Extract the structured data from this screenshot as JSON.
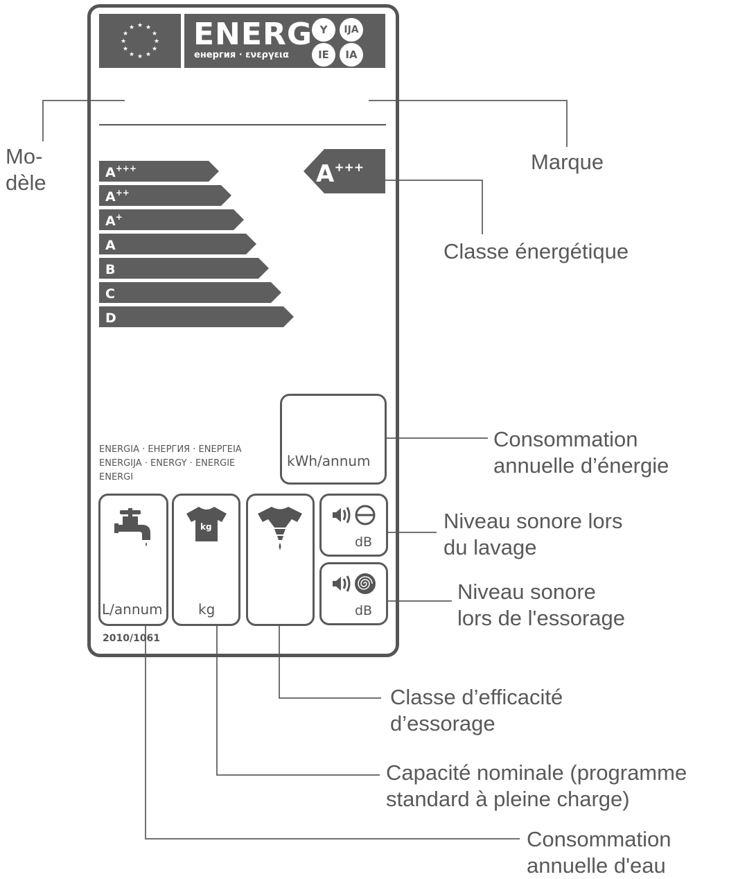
{
  "header": {
    "logo_word": "ENERG",
    "logo_sub": "енергия · ενεργεια",
    "suffixes": [
      "Y",
      "IJA",
      "IE",
      "IA"
    ]
  },
  "scale": {
    "classes": [
      "A",
      "A",
      "A",
      "A",
      "B",
      "C",
      "D"
    ],
    "sups": [
      "+++",
      "++",
      "+",
      "",
      "",
      "",
      ""
    ],
    "current_class": "A",
    "current_sup": "+++"
  },
  "energy_box": {
    "unit": "kWh/annum",
    "word_lines": [
      "ENERGIA · ЕНЕРГИЯ · ΕΝΕΡΓΕΙΑ",
      "ENERGIJA · ENERGY · ENERGIE",
      "ENERGI"
    ]
  },
  "boxes": {
    "water_unit": "L/annum",
    "capacity_unit": "kg",
    "tshirt_text": "kg",
    "wash_noise_unit": "dB",
    "spin_noise_unit": "dB"
  },
  "regulation": "2010/1061",
  "callouts": {
    "model": [
      "Mo-",
      "dèle"
    ],
    "brand": [
      "Marque"
    ],
    "energy_class": [
      "Classe énergétique"
    ],
    "annual_energy": [
      "Consommation",
      "annuelle d’énergie"
    ],
    "wash_noise": [
      "Niveau sonore lors",
      "du lavage"
    ],
    "spin_noise": [
      "Niveau sonore",
      "lors de l'essorage"
    ],
    "spin_class": [
      "Classe d’efficacité",
      "d’essorage"
    ],
    "capacity": [
      "Capacité nominale (programme",
      "standard à pleine charge)"
    ],
    "annual_water": [
      "Consommation",
      "annuelle d'eau"
    ]
  },
  "colors": {
    "label_grey": "#5e5e5e",
    "text_grey": "#595959",
    "line_grey": "#707070"
  }
}
